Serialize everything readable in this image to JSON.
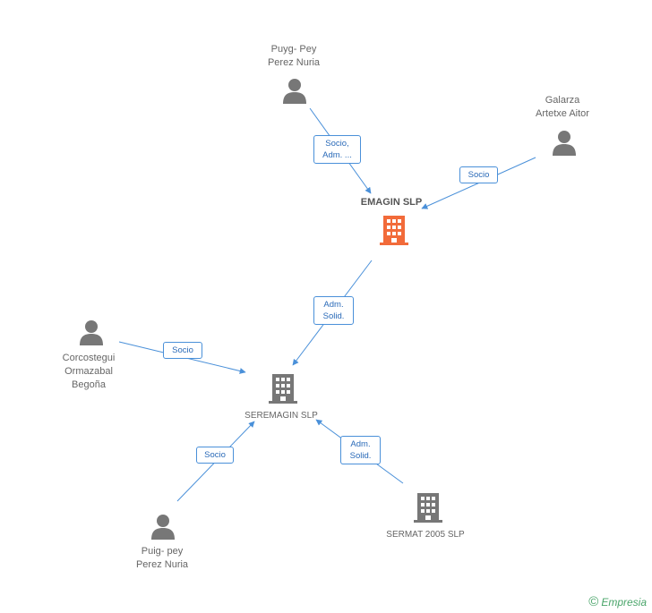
{
  "nodes": {
    "emagin": {
      "label": "EMAGIN SLP"
    },
    "seremagin": {
      "label": "SEREMAGIN SLP"
    },
    "sermat": {
      "label": "SERMAT 2005 SLP"
    },
    "puyg": {
      "line1": "Puyg-  Pey",
      "line2": "Perez Nuria"
    },
    "galarza": {
      "line1": "Galarza",
      "line2": "Artetxe Aitor"
    },
    "corcostegui": {
      "line1": "Corcostegui",
      "line2": "Ormazabal",
      "line3": "Begoña"
    },
    "puig": {
      "line1": "Puig- pey",
      "line2": "Perez Nuria"
    }
  },
  "relations": {
    "puyg_emagin": {
      "line1": "Socio,",
      "line2": "Adm. ..."
    },
    "galarza_emagin": {
      "line1": "Socio"
    },
    "emagin_seremagin": {
      "line1": "Adm.",
      "line2": "Solid."
    },
    "corcostegui_seremagin": {
      "line1": "Socio"
    },
    "puig_seremagin": {
      "line1": "Socio"
    },
    "sermat_seremagin": {
      "line1": "Adm.",
      "line2": "Solid."
    }
  },
  "icons": {
    "person": "person-icon",
    "company": "building-icon"
  },
  "colors": {
    "edge": "#4a90d9",
    "label_text": "#2a6ab8",
    "main_company": "#f26b3a",
    "company": "#777777",
    "person": "#777777",
    "brand": "#4aa56a"
  },
  "brand": {
    "copyright": "©",
    "name": "Empresia"
  }
}
